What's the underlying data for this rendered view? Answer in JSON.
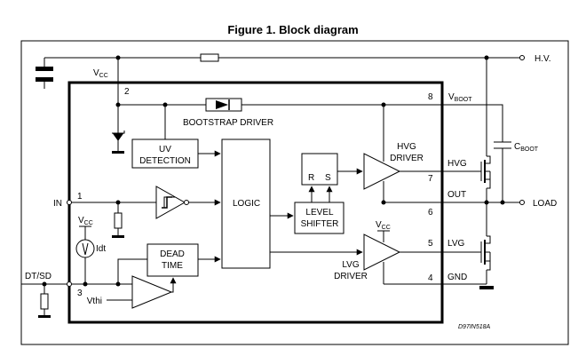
{
  "figure_title": "Figure 1. Block diagram",
  "pins": {
    "p1": "1",
    "p2": "2",
    "p3": "3",
    "p4": "4",
    "p5": "5",
    "p6": "6",
    "p7": "7",
    "p8": "8"
  },
  "labels": {
    "vcc_main": "V",
    "vcc_main_sub": "CC",
    "hv": "H.V.",
    "vboot": "V",
    "vboot_sub": "BOOT",
    "cboot": "C",
    "cboot_sub": "BOOT",
    "bootstrap_driver": "BOOTSTRAP DRIVER",
    "uv_line1": "UV",
    "uv_line2": "DETECTION",
    "logic": "LOGIC",
    "r": "R",
    "s": "S",
    "level_line1": "LEVEL",
    "level_line2": "SHIFTER",
    "hvg_driver_line1": "HVG",
    "hvg_driver_line2": "DRIVER",
    "hvg": "HVG",
    "out": "OUT",
    "load": "LOAD",
    "lvg": "LVG",
    "gnd": "GND",
    "lvg_driver_line1": "LVG",
    "lvg_driver_line2": "DRIVER",
    "in": "IN",
    "vcc_left": "V",
    "vcc_left_sub": "CC",
    "vcc_right": "V",
    "vcc_right_sub": "CC",
    "idt": "Idt",
    "dead_line1": "DEAD",
    "dead_line2": "TIME",
    "dtsd": "DT/SD",
    "vthi": "Vthi",
    "code": "D97IN518A"
  }
}
